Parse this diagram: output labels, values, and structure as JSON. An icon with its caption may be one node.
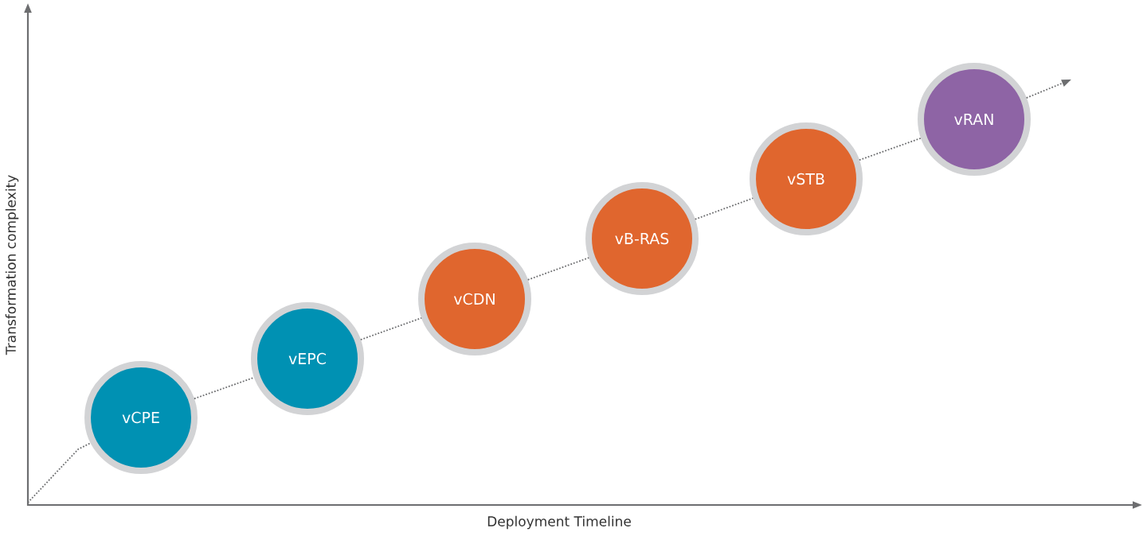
{
  "diagram": {
    "nodes": [
      {
        "text": [
          "vCPE"
        ]
      },
      {
        "text": [
          "vEPC"
        ]
      },
      {
        "text": [
          "vCDN"
        ]
      },
      {
        "text": [
          "vB-RAS"
        ]
      },
      {
        "text": [
          "vSTB"
        ]
      },
      {
        "text": [
          "vRAN"
        ]
      }
    ],
    "edges": [
      {
        "from": null,
        "to": 0,
        "arrow": "none"
      },
      {
        "from": 0,
        "to": 1,
        "arrow": "none"
      },
      {
        "from": 1,
        "to": 2,
        "arrow": "none"
      },
      {
        "from": 2,
        "to": 3,
        "arrow": "none"
      },
      {
        "from": 3,
        "to": 4,
        "arrow": "none"
      },
      {
        "from": 4,
        "to": 5,
        "arrow": "none"
      },
      {
        "from": 5,
        "to": null,
        "arrow": "to"
      }
    ],
    "labels": [
      "Transformation complexity",
      "Deployment Timeline"
    ]
  }
}
